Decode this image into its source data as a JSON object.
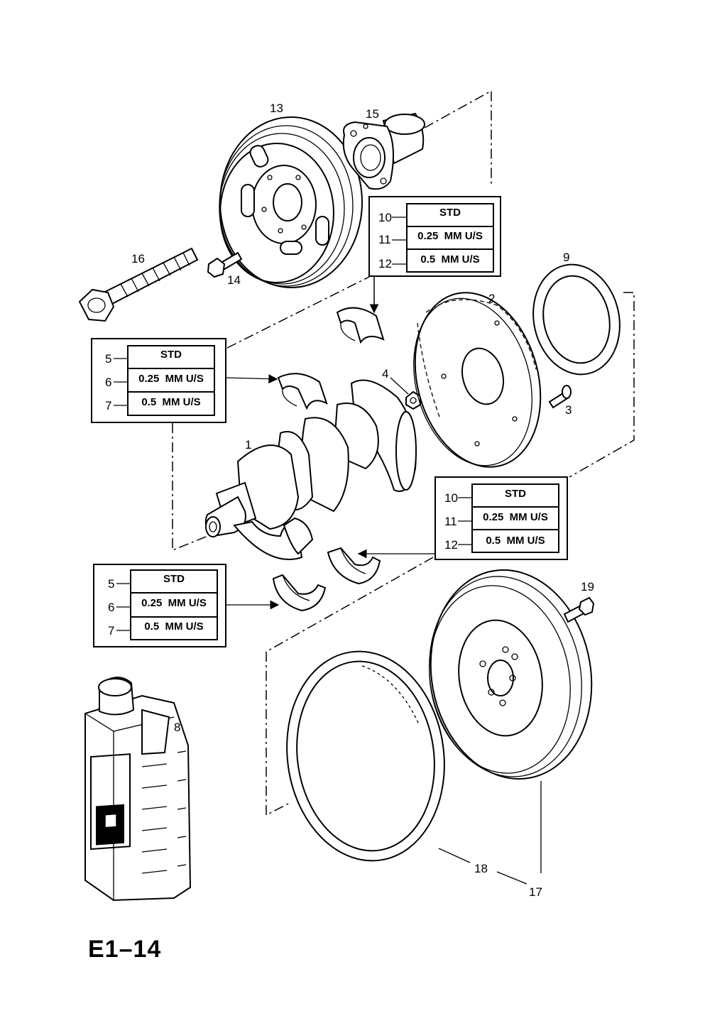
{
  "callouts": {
    "c1": "1",
    "c2": "2",
    "c3": "3",
    "c4": "4",
    "c8": "8",
    "c9": "9",
    "c13": "13",
    "c14": "14",
    "c15": "15",
    "c16": "16",
    "c17": "17",
    "c18": "18",
    "c19": "19"
  },
  "tables": [
    {
      "rows": [
        {
          "num": "10",
          "text": "STD"
        },
        {
          "num": "11",
          "text": "0.25  MM U/S"
        },
        {
          "num": "12",
          "text": "0.5  MM U/S"
        }
      ]
    },
    {
      "rows": [
        {
          "num": "5",
          "text": "STD"
        },
        {
          "num": "6",
          "text": "0.25  MM U/S"
        },
        {
          "num": "7",
          "text": "0.5  MM U/S"
        }
      ]
    },
    {
      "rows": [
        {
          "num": "10",
          "text": "STD"
        },
        {
          "num": "11",
          "text": "0.25  MM U/S"
        },
        {
          "num": "12",
          "text": "0.5  MM U/S"
        }
      ]
    },
    {
      "rows": [
        {
          "num": "5",
          "text": "STD"
        },
        {
          "num": "6",
          "text": "0.25  MM U/S"
        },
        {
          "num": "7",
          "text": "0.5  MM U/S"
        }
      ]
    }
  ],
  "page_code": "E1–14"
}
